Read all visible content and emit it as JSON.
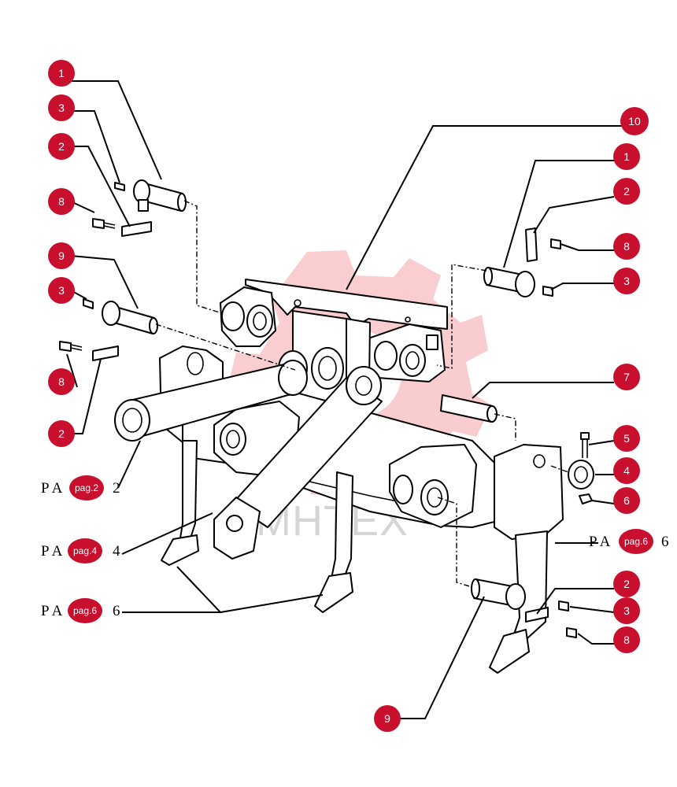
{
  "watermark": {
    "text": "МНТЕХ",
    "color": "#e8202f"
  },
  "accent_color": "#c8102e",
  "callouts": {
    "c1a": "1",
    "c3a": "3",
    "c2a": "2",
    "c8a": "8",
    "c9a": "9",
    "c3b": "3",
    "c8b": "8",
    "c2b": "2",
    "c10": "10",
    "c1b": "1",
    "c2c": "2",
    "c8c": "8",
    "c3c": "3",
    "c7": "7",
    "c5": "5",
    "c4": "4",
    "c6": "6",
    "c2d": "2",
    "c3d": "3",
    "c8d": "8",
    "c9b": "9"
  },
  "page_refs": {
    "r1": {
      "prefix": "P A",
      "page": "pag.2",
      "suffix": "2"
    },
    "r2": {
      "prefix": "P A",
      "page": "pag.4",
      "suffix": "4"
    },
    "r3": {
      "prefix": "P A",
      "page": "pag.6",
      "suffix": "6"
    },
    "r4": {
      "prefix": "P A",
      "page": "pag.6",
      "suffix": "6"
    }
  }
}
